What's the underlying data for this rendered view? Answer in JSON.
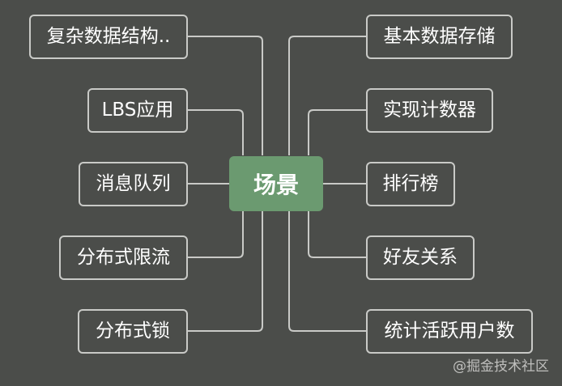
{
  "diagram": {
    "center": {
      "label": "场景"
    },
    "left_nodes": [
      {
        "id": "complex-structures",
        "label": "复杂数据结构.."
      },
      {
        "id": "lbs-app",
        "label": "LBS应用"
      },
      {
        "id": "message-queue",
        "label": "消息队列"
      },
      {
        "id": "distributed-rate-limit",
        "label": "分布式限流"
      },
      {
        "id": "distributed-lock",
        "label": "分布式锁"
      }
    ],
    "right_nodes": [
      {
        "id": "basic-storage",
        "label": "基本数据存储"
      },
      {
        "id": "counter",
        "label": "实现计数器"
      },
      {
        "id": "leaderboard",
        "label": "排行榜"
      },
      {
        "id": "friend-relations",
        "label": "好友关系"
      },
      {
        "id": "active-users",
        "label": "统计活跃用户数"
      }
    ],
    "colors": {
      "background": "#4b4d4a",
      "center_fill": "#6b9a70",
      "node_border": "#c9cac7",
      "line": "#c9cac7",
      "text": "#ffffff"
    }
  },
  "watermark": {
    "text": "@掘金技术社区"
  }
}
